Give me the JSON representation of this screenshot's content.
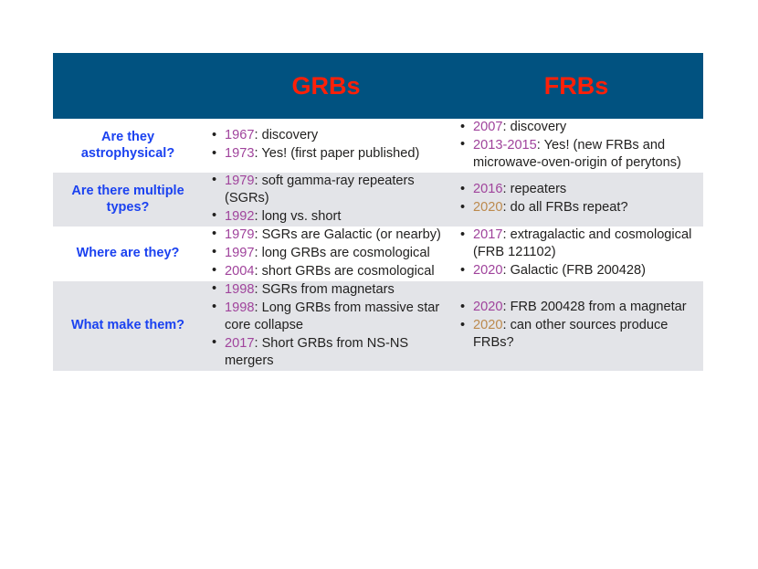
{
  "colors": {
    "header_band": "#015280",
    "header_text": "#FF2008",
    "question_label": "#1B42F0",
    "year_primary": "#A0449C",
    "year_secondary": "#BC8A4E",
    "body_text": "#201F1E",
    "row_shaded": "#E3E4E8",
    "row_plain": "#FFFFFF",
    "page_background": "#FFFFFF"
  },
  "table": {
    "header": {
      "label_column": "",
      "columns": [
        {
          "label": "GRBs"
        },
        {
          "label": "FRBs"
        }
      ]
    },
    "rows": [
      {
        "shaded": false,
        "question": "Are they astrophysical?",
        "grb": [
          {
            "year": "1967",
            "year_style": "primary",
            "text": ": discovery"
          },
          {
            "year": "1973",
            "year_style": "primary",
            "text": ": Yes! (first paper published)"
          }
        ],
        "frb": [
          {
            "year": "2007",
            "year_style": "primary",
            "text": ": discovery"
          },
          {
            "year": "2013-2015",
            "year_style": "primary",
            "text": ": Yes! (new FRBs and microwave-oven-origin of perytons)"
          }
        ]
      },
      {
        "shaded": true,
        "question": "Are there multiple types?",
        "grb": [
          {
            "year": "1979",
            "year_style": "primary",
            "text": ": soft gamma-ray repeaters (SGRs)"
          },
          {
            "year": "1992",
            "year_style": "primary",
            "text": ": long vs. short"
          }
        ],
        "frb": [
          {
            "year": "2016",
            "year_style": "primary",
            "text": ": repeaters"
          },
          {
            "year": "2020",
            "year_style": "secondary",
            "text": ": do all FRBs repeat?"
          }
        ]
      },
      {
        "shaded": false,
        "question": "Where are they?",
        "grb": [
          {
            "year": "1979",
            "year_style": "primary",
            "text": ": SGRs are Galactic (or nearby)"
          },
          {
            "year": "1997",
            "year_style": "primary",
            "text": ": long GRBs are cosmological"
          },
          {
            "year": "2004",
            "year_style": "primary",
            "text": ": short GRBs are cosmological"
          }
        ],
        "frb": [
          {
            "year": "2017",
            "year_style": "primary",
            "text": ": extragalactic and cosmological (FRB 121102)"
          },
          {
            "year": "2020",
            "year_style": "primary",
            "text": ": Galactic (FRB 200428)"
          }
        ]
      },
      {
        "shaded": true,
        "question": "What make them?",
        "grb": [
          {
            "year": "1998",
            "year_style": "primary",
            "text": ": SGRs from magnetars"
          },
          {
            "year": "1998",
            "year_style": "primary",
            "text": ": Long GRBs from massive star core collapse"
          },
          {
            "year": "2017",
            "year_style": "primary",
            "text": ": Short GRBs from NS-NS mergers"
          }
        ],
        "frb": [
          {
            "year": "2020",
            "year_style": "primary",
            "text": ": FRB 200428 from a magnetar"
          },
          {
            "year": "2020",
            "year_style": "secondary",
            "text": ": can other sources produce FRBs?"
          }
        ]
      }
    ]
  }
}
